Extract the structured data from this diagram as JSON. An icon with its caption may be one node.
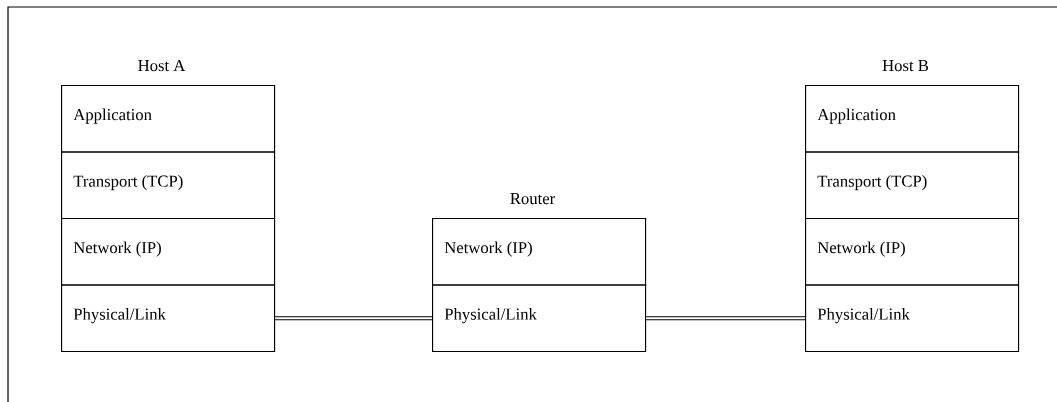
{
  "diagram": {
    "nodes": [
      {
        "text": [
          "Host A"
        ]
      },
      {
        "text": [
          "Application"
        ],
        "in": 0
      },
      {
        "text": [
          "Transport (TCP)"
        ],
        "in": 0
      },
      {
        "text": [
          "Network (IP)"
        ],
        "in": 0
      },
      {
        "text": [
          "Physical/Link"
        ],
        "in": 0
      },
      {
        "text": [
          "Router"
        ]
      },
      {
        "text": [
          "Network (IP)"
        ],
        "in": 5
      },
      {
        "text": [
          "Physical/Link"
        ],
        "in": 5
      },
      {
        "text": [
          "Host B"
        ]
      },
      {
        "text": [
          "Application"
        ],
        "in": 8
      },
      {
        "text": [
          "Transport (TCP)"
        ],
        "in": 8
      },
      {
        "text": [
          "Network (IP)"
        ],
        "in": 8
      },
      {
        "text": [
          "Physical/Link"
        ],
        "in": 8
      }
    ],
    "edges": [
      {
        "from": 4,
        "to": 7,
        "arrow": "none"
      },
      {
        "from": 7,
        "to": 12,
        "arrow": "none"
      }
    ]
  }
}
